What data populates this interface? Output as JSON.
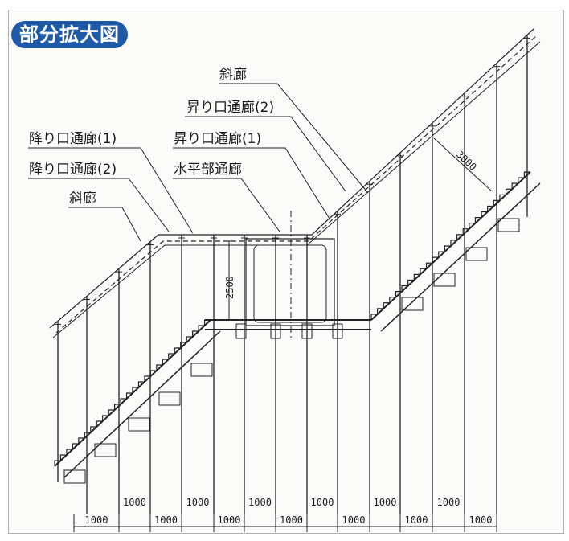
{
  "title": "部分拡大図",
  "labels": {
    "slope_top": "斜廊",
    "up_entrance_2": "昇り口通廊(2)",
    "up_entrance_1": "昇り口通廊(1)",
    "down_entrance_1": "降り口通廊(1)",
    "down_entrance_2": "降り口通廊(2)",
    "horizontal_passage": "水平部通廊",
    "slope_left": "斜廊"
  },
  "dimensions": {
    "vertical_clearance": "2500",
    "slope_clearance": "3000",
    "bay_spacing": "1000"
  }
}
